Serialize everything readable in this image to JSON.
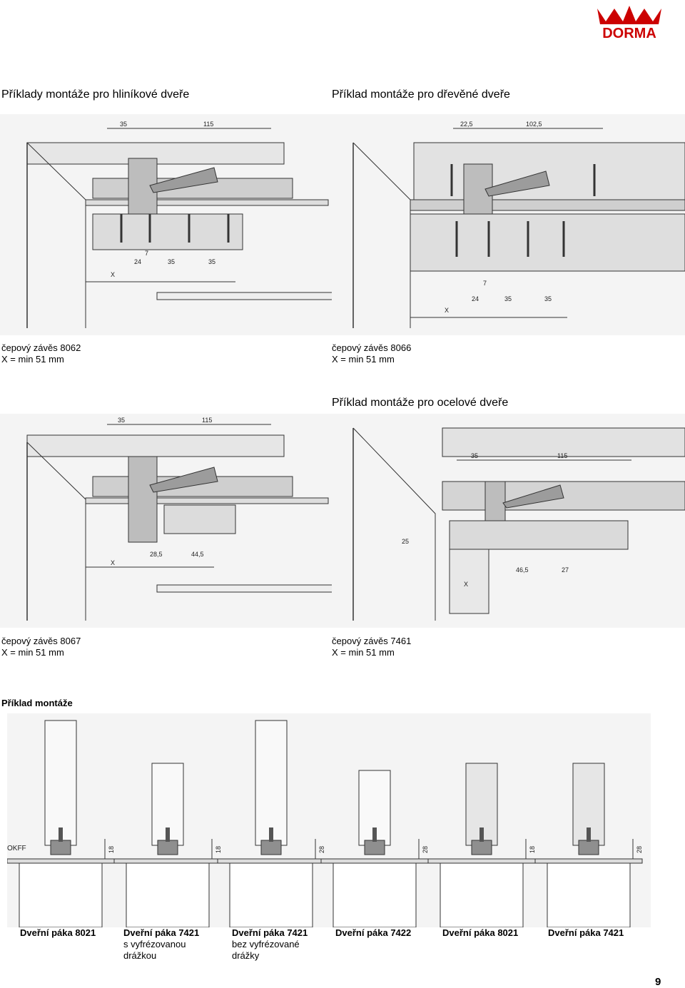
{
  "brand": {
    "name": "DORMA",
    "color": "#cc0000"
  },
  "sections": {
    "aluminium": {
      "heading": "Příklady montáže pro hliníkové dveře",
      "caption_title": "čepový závěs 8062",
      "caption_value": "X = min 51 mm",
      "dims": {
        "a": "35",
        "b": "115",
        "c": "7",
        "d": "24",
        "e": "35",
        "f": "35",
        "x": "X"
      }
    },
    "wood": {
      "heading": "Příklad montáže pro dřevěné dveře",
      "caption_title": "čepový závěs 8066",
      "caption_value": "X = min 51 mm",
      "dims": {
        "a": "22,5",
        "b": "102,5",
        "c": "7",
        "d": "24",
        "e": "35",
        "f": "35",
        "x": "X"
      }
    },
    "steel_a": {
      "caption_title": "čepový závěs 8067",
      "caption_value": "X = min 51 mm",
      "dims": {
        "a": "35",
        "b": "115",
        "c": "28,5",
        "d": "44,5",
        "x": "X"
      }
    },
    "steel": {
      "heading": "Příklad montáže pro ocelové dveře",
      "caption_title": "čepový závěs 7461",
      "caption_value": "X = min 51 mm",
      "dims": {
        "a": "35",
        "b": "115",
        "c": "25",
        "d": "46,5",
        "e": "27",
        "x": "X"
      }
    },
    "mounting": {
      "heading": "Příklad montáže"
    }
  },
  "bottom": {
    "okff": "OKFF",
    "items": [
      {
        "title": "Dveřní páka 8021",
        "line2": "",
        "line3": "",
        "dim": "18"
      },
      {
        "title": "Dveřní páka 7421",
        "line2": "s vyfrézovanou",
        "line3": "drážkou",
        "dim": "18"
      },
      {
        "title": "Dveřní páka 7421",
        "line2": "bez vyfrézované",
        "line3": "drážky",
        "dim": "28"
      },
      {
        "title": "Dveřní páka 7422",
        "line2": "",
        "line3": "",
        "dim": "28"
      },
      {
        "title": "Dveřní páka 8021",
        "line2": "",
        "line3": "",
        "dim": "18"
      },
      {
        "title": "Dveřní páka 7421",
        "line2": "",
        "line3": "",
        "dim": "28"
      }
    ]
  },
  "page_number": "9"
}
